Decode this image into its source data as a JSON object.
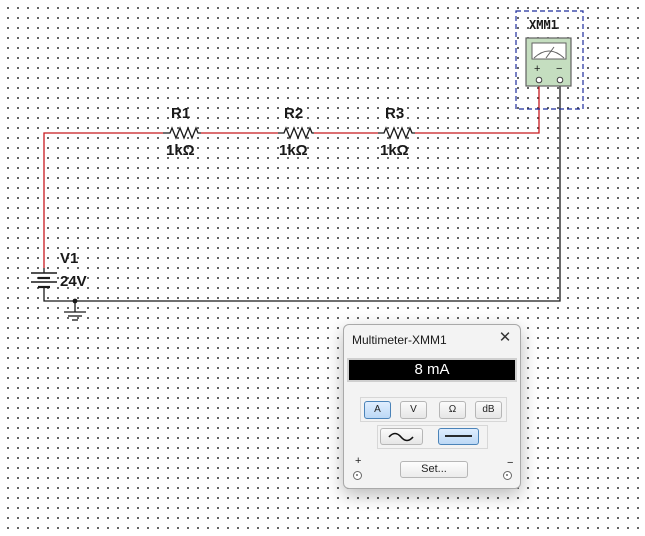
{
  "schematic": {
    "resistors": [
      {
        "name": "R1",
        "value": "1kΩ"
      },
      {
        "name": "R2",
        "value": "1kΩ"
      },
      {
        "name": "R3",
        "value": "1kΩ"
      }
    ],
    "source": {
      "name": "V1",
      "value": "24V"
    },
    "meter": {
      "name": "XMM1",
      "plus": "+",
      "minus": "−"
    },
    "colors": {
      "wire_red": "#c8191f",
      "wire_black": "#1a1a1a",
      "meter_border": "#1f2d9c",
      "meter_face": "#c5dec0"
    }
  },
  "multimeter": {
    "title": "Multimeter-XMM1",
    "close_label": "✕",
    "reading": "8 mA",
    "modes": [
      {
        "label": "A",
        "active": true
      },
      {
        "label": "V",
        "active": false
      },
      {
        "label": "Ω",
        "active": false
      },
      {
        "label": "dB",
        "active": false
      }
    ],
    "wave": {
      "ac_icon": "sine-wave-icon",
      "dc_icon": "dc-line-icon",
      "selected": "dc"
    },
    "set_label": "Set...",
    "plus_label": "+",
    "minus_label": "−"
  }
}
